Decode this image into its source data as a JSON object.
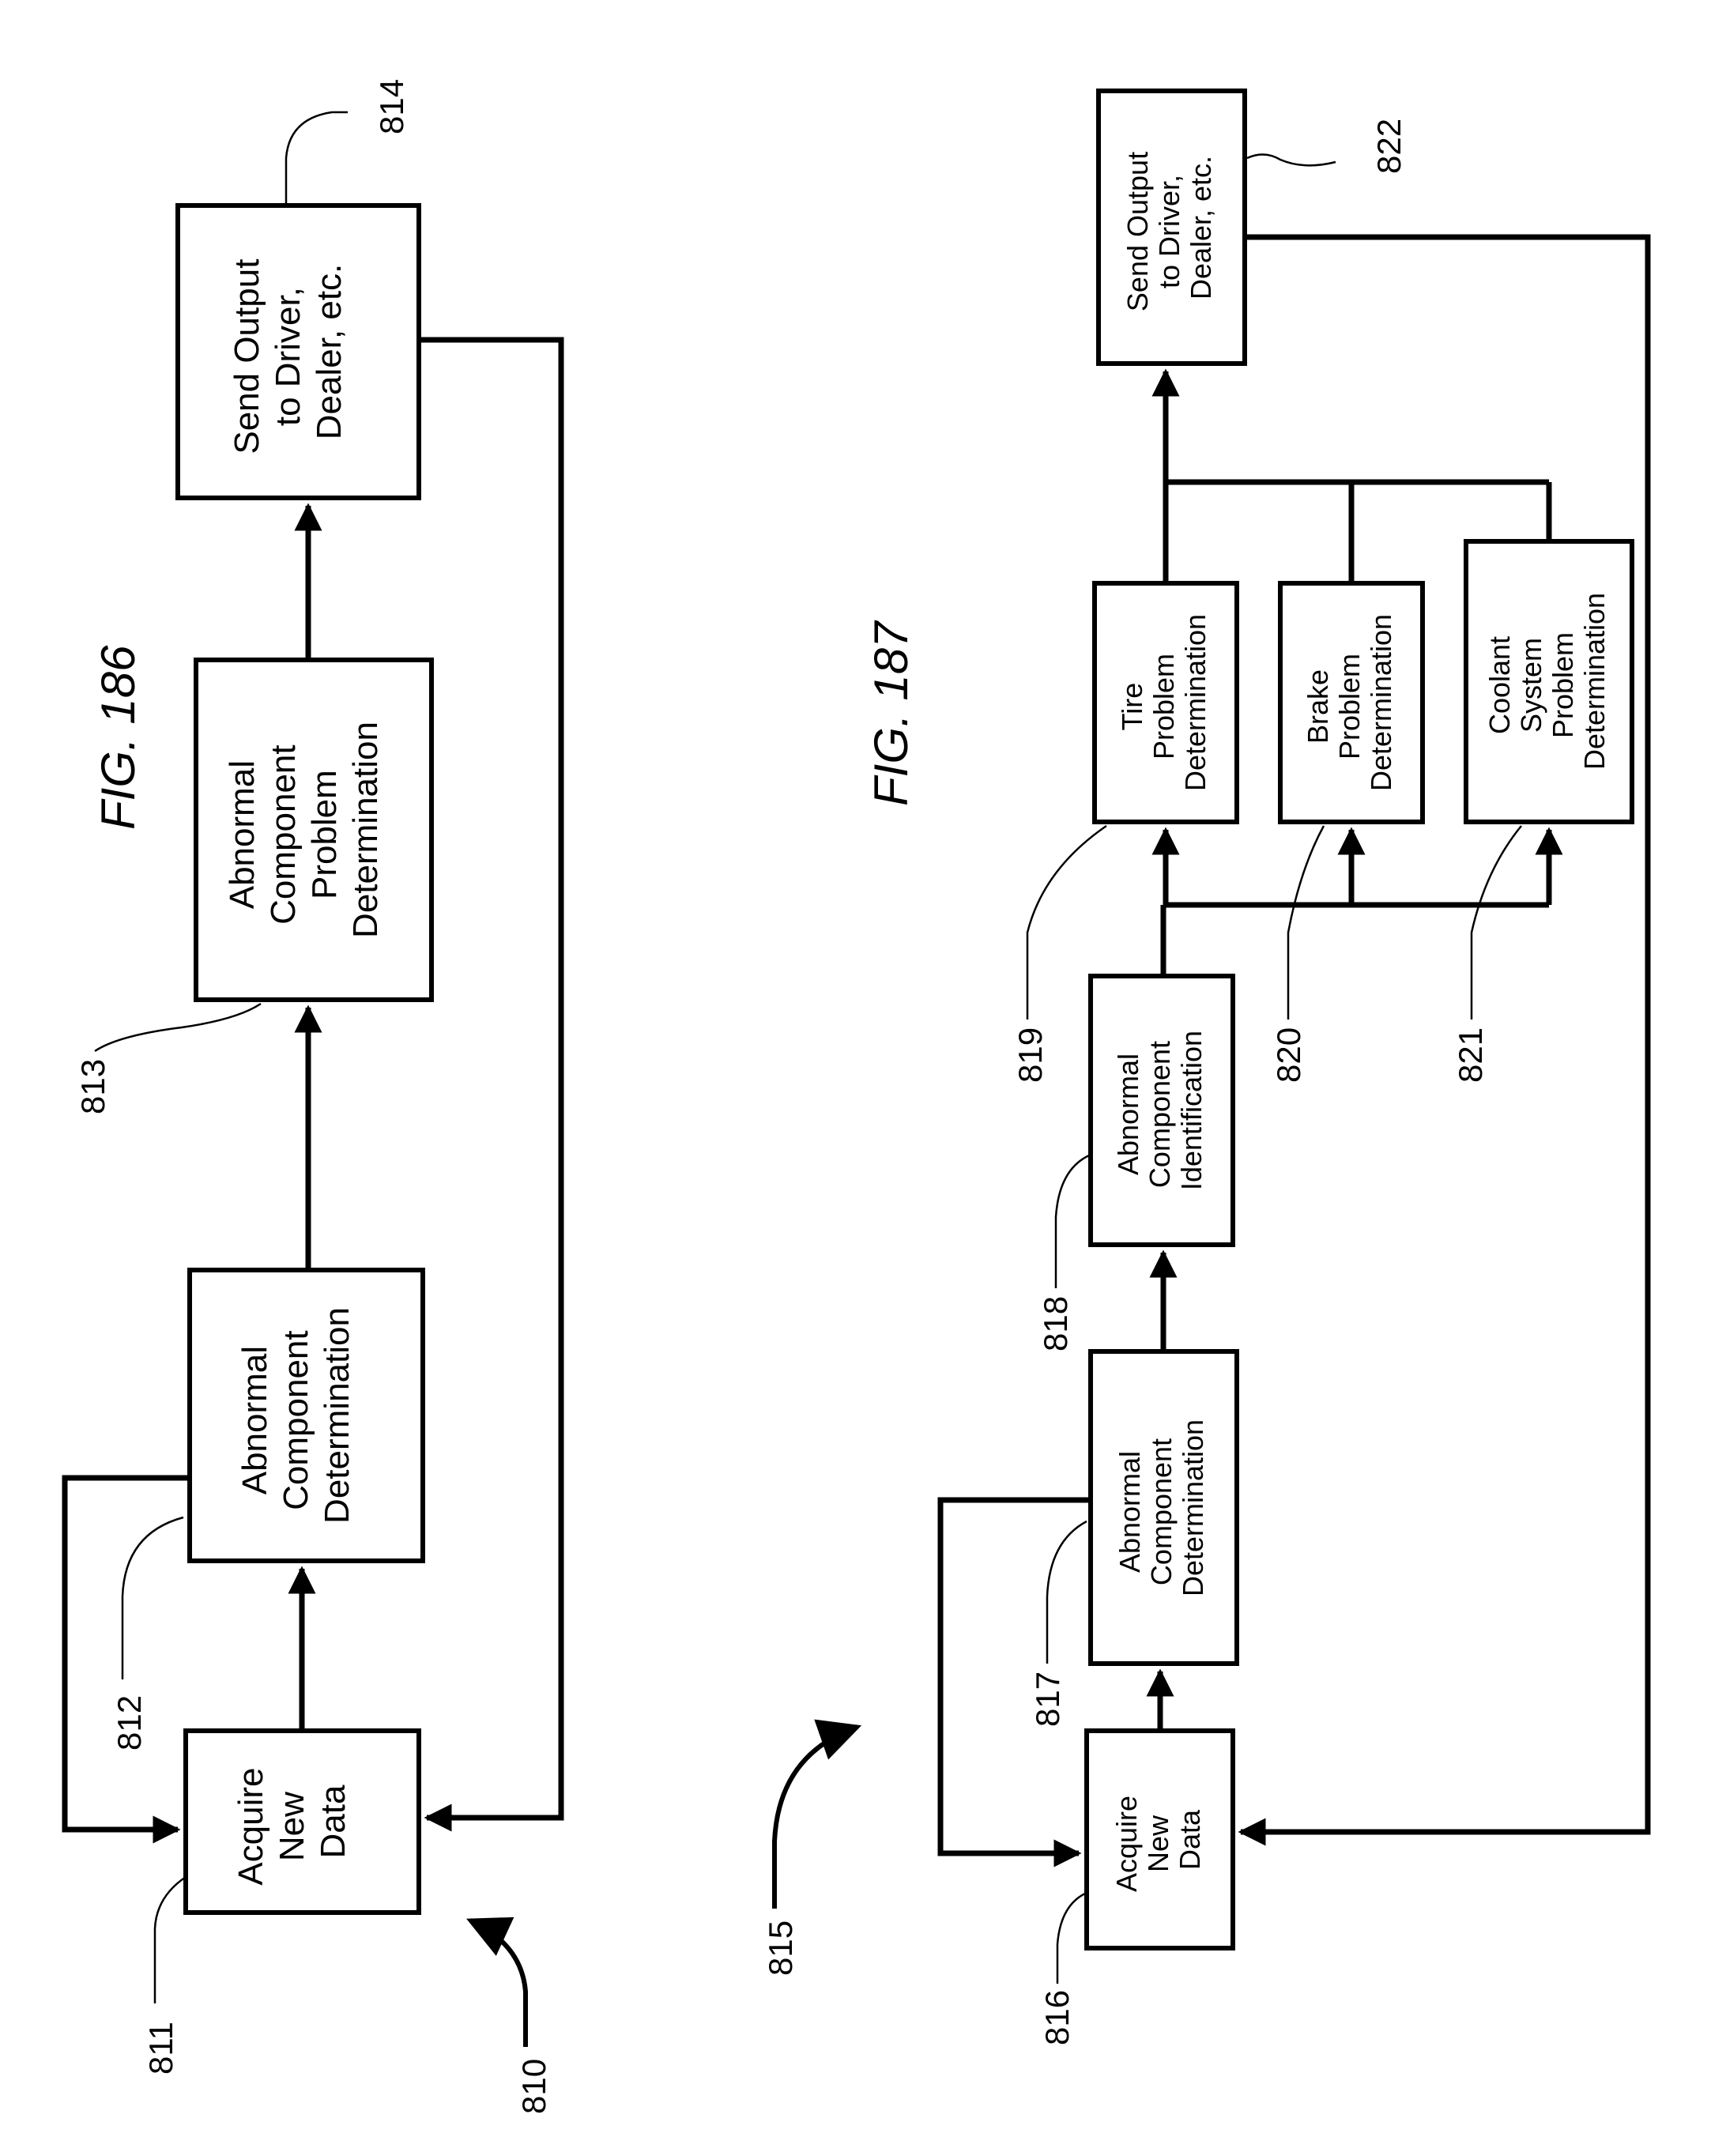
{
  "fig186": {
    "title": "FIG. 186",
    "diagram_ref": "810",
    "boxes": [
      {
        "ref": "811",
        "lines": [
          "Acquire",
          "New",
          "Data"
        ]
      },
      {
        "ref": "812",
        "lines": [
          "Abnormal",
          "Component",
          "Determination"
        ]
      },
      {
        "ref": "813",
        "lines": [
          "Abnormal",
          "Component",
          "Problem",
          "Determination"
        ]
      },
      {
        "ref": "814",
        "lines": [
          "Send Output",
          "to Driver,",
          "Dealer, etc."
        ]
      }
    ]
  },
  "fig187": {
    "title": "FIG. 187",
    "diagram_ref": "815",
    "boxes": [
      {
        "ref": "816",
        "lines": [
          "Acquire",
          "New",
          "Data"
        ]
      },
      {
        "ref": "817",
        "lines": [
          "Abnormal",
          "Component",
          "Determination"
        ]
      },
      {
        "ref": "818",
        "lines": [
          "Abnormal",
          "Component",
          "Identification"
        ]
      },
      {
        "ref": "819",
        "lines": [
          "Tire",
          "Problem",
          "Determination"
        ]
      },
      {
        "ref": "820",
        "lines": [
          "Brake",
          "Problem",
          "Determination"
        ]
      },
      {
        "ref": "821",
        "lines": [
          "Coolant",
          "System",
          "Problem",
          "Determination"
        ]
      },
      {
        "ref": "822",
        "lines": [
          "Send Output",
          "to Driver,",
          "Dealer, etc."
        ]
      }
    ]
  }
}
